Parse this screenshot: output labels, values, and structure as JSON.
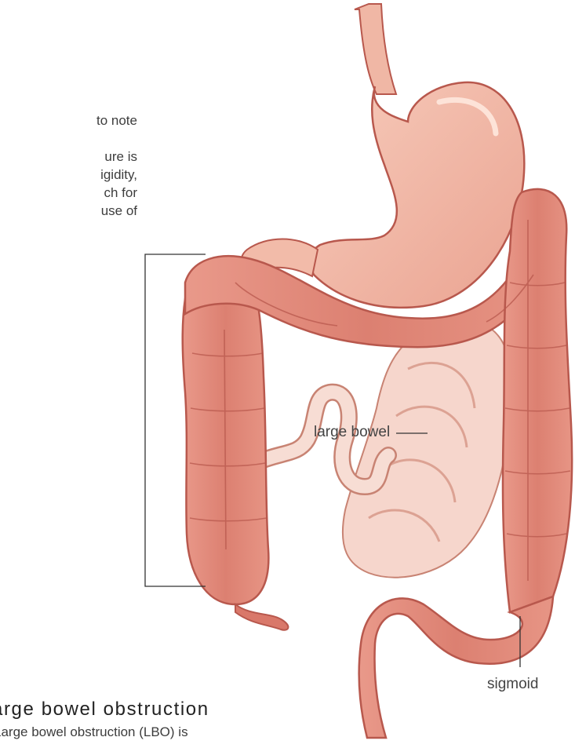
{
  "intro_fragment": {
    "lines": [
      "to note",
      "",
      "ure is",
      "igidity,",
      "ch for",
      "use of"
    ]
  },
  "labels": {
    "large_bowel": "large bowel",
    "sigmoid": "sigmoid"
  },
  "section": {
    "title": "arge bowel obstruction",
    "body": "Large bowel obstruction (LBO) is"
  },
  "colors": {
    "stomach": "#f2b6a3",
    "colon": "#df8a7c",
    "small_bowel": "#f6d4ca",
    "outline": "#b8584d"
  }
}
